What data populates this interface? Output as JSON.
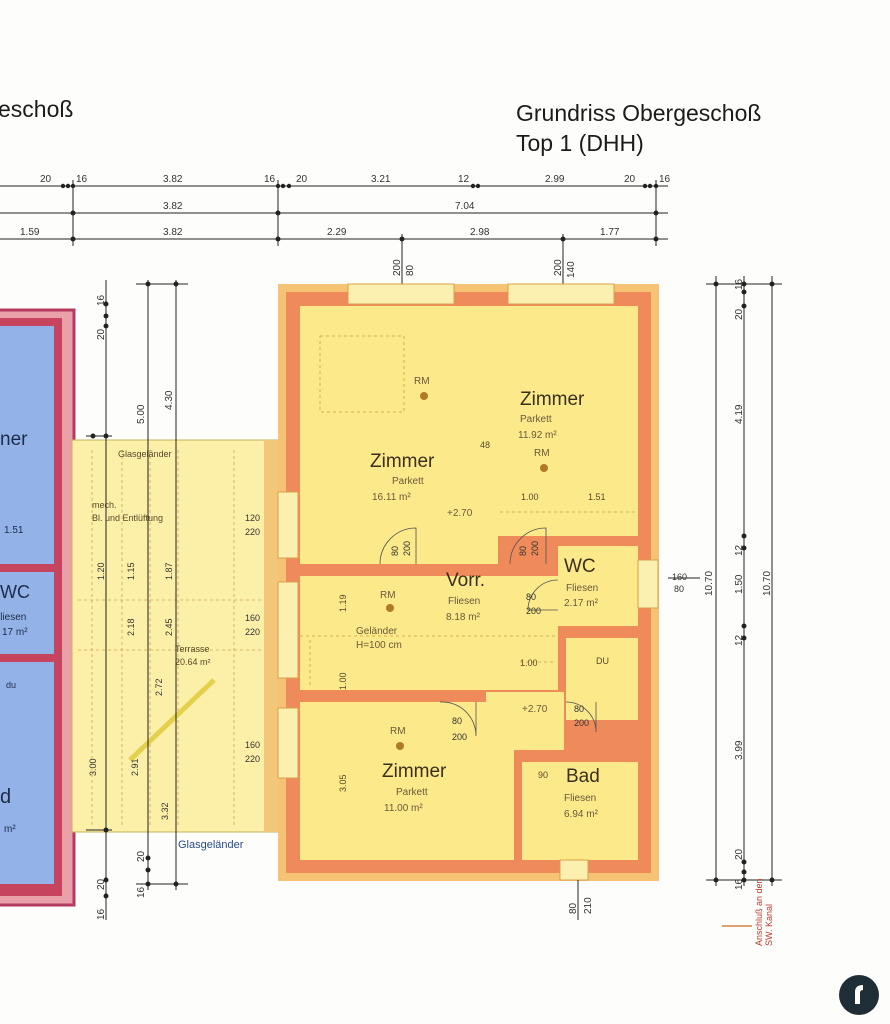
{
  "titles": {
    "left_partial": "eschoß",
    "right_line1": "Grundriss Obergeschoß",
    "right_line2": "Top 1 (DHH)"
  },
  "dims_top_row1": [
    "20",
    "16",
    "3.82",
    "16",
    "20",
    "3.21",
    "12",
    "2.99",
    "20",
    "16"
  ],
  "dims_top_row2": [
    "3.82",
    "7.04"
  ],
  "dims_top_row3": [
    "1.59",
    "3.82",
    "2.29",
    "2.98",
    "1.77"
  ],
  "dims_window_top": [
    "200",
    "80",
    "200",
    "140"
  ],
  "dims_right": [
    "16",
    "20",
    "4.19",
    "12",
    "1.50",
    "12",
    "3.99",
    "20",
    "16",
    "10.70",
    "10.70"
  ],
  "dims_left_vert": [
    "16",
    "20",
    "5.00",
    "4.30",
    "20",
    "16",
    "20",
    "16"
  ],
  "dims_bottom": [
    "80",
    "210"
  ],
  "rooms": {
    "zimmer1": {
      "name": "Zimmer",
      "floor": "Parkett",
      "area": "16.11 m²"
    },
    "zimmer2": {
      "name": "Zimmer",
      "floor": "Parkett",
      "area": "11.92 m²"
    },
    "zimmer3": {
      "name": "Zimmer",
      "floor": "Parkett",
      "area": "11.00 m²"
    },
    "vorr": {
      "name": "Vorr.",
      "floor": "Fliesen",
      "area": "8.18 m²"
    },
    "wc": {
      "name": "WC",
      "floor": "Fliesen",
      "area": "2.17 m²"
    },
    "bad": {
      "name": "Bad",
      "floor": "Fliesen",
      "area": "6.94 m²"
    },
    "terrasse": {
      "name": "Terrasse",
      "area": "20.64 m²"
    }
  },
  "left_unit": {
    "zimmer_partial": "ner",
    "wc": "WC",
    "wc_floor": "lliesen",
    "wc_area": "17 m²",
    "dim": "1.51",
    "bad_partial": "d",
    "bad_area": "m²",
    "du": "du"
  },
  "labels": {
    "rm": "RM",
    "glasgelaender_top": "Glasgeländer",
    "glasgelaender_bottom": "Glasgeländer",
    "gelaender_line1": "Geländer",
    "gelaender_line2": "H=100 cm",
    "height_1": "+2.70",
    "height_2": "+2.70",
    "du": "DU",
    "dim_48": "48",
    "dim_100a": "1.00",
    "dim_151": "1.51",
    "dim_100b": "1.00",
    "dim_100c": "1.00",
    "dim_90": "90",
    "dim_119": "1.19",
    "dim_305": "3.05",
    "terr_dims": [
      "1.20",
      "1.15",
      "1.87",
      "2.18",
      "2.45",
      "2.72",
      "3.00",
      "2.91",
      "3.32"
    ],
    "red_note1": "Anschluß an den",
    "red_note2": "SW. Kanal",
    "gutter_note1": "mech.",
    "gutter_note2": "Bl. und Entlüftung"
  },
  "doors": [
    "80",
    "200",
    "80",
    "200",
    "80",
    "200",
    "80",
    "200",
    "80",
    "200",
    "120",
    "220",
    "160",
    "220",
    "160",
    "220",
    "160",
    "80"
  ],
  "colors": {
    "wall": "#ef8a5a",
    "room_fill": "#fbe98a",
    "terrace_fill": "#fcefa8",
    "left_blue": "#8fb0e6",
    "left_wall": "#c2466a"
  },
  "icons": {
    "logo": "logo-icon"
  }
}
